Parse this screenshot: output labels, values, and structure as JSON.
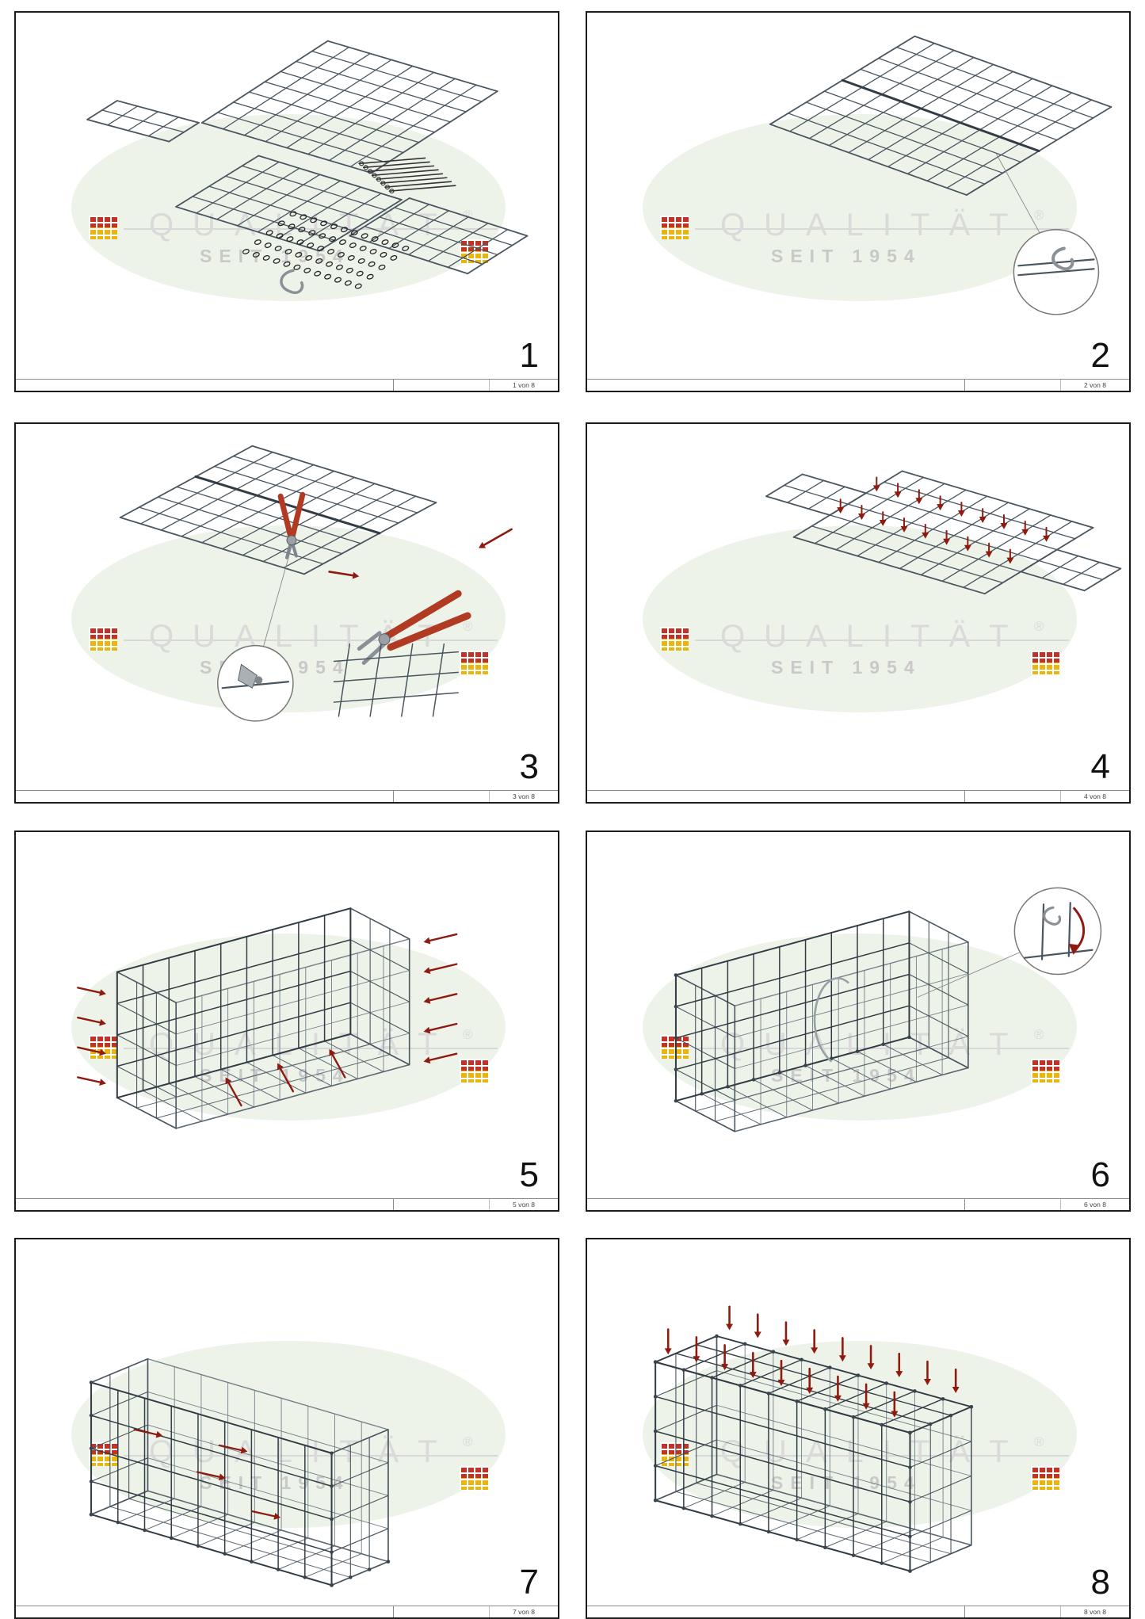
{
  "watermark": {
    "brand": "QUALITÄT",
    "registered": "®",
    "tagline": "SEIT 1954"
  },
  "colors": {
    "mesh": "#49555f",
    "mesh_dark": "#323c45",
    "mesh_light": "#74808a",
    "arrow": "#8e1a10",
    "tool_red": "#b13a22",
    "tool_gray": "#9aa0a5",
    "logo_red": "#c23327",
    "logo_yellow": "#e8b60f",
    "ellipse": "#edf3e9",
    "watermark_text": "#dadada"
  },
  "steps": [
    {
      "number": "1",
      "page_label": "1 von 8"
    },
    {
      "number": "2",
      "page_label": "2 von 8"
    },
    {
      "number": "3",
      "page_label": "3 von 8"
    },
    {
      "number": "4",
      "page_label": "4 von 8"
    },
    {
      "number": "5",
      "page_label": "5 von 8"
    },
    {
      "number": "6",
      "page_label": "6 von 8"
    },
    {
      "number": "7",
      "page_label": "7 von 8"
    },
    {
      "number": "8",
      "page_label": "8 von 8"
    }
  ]
}
